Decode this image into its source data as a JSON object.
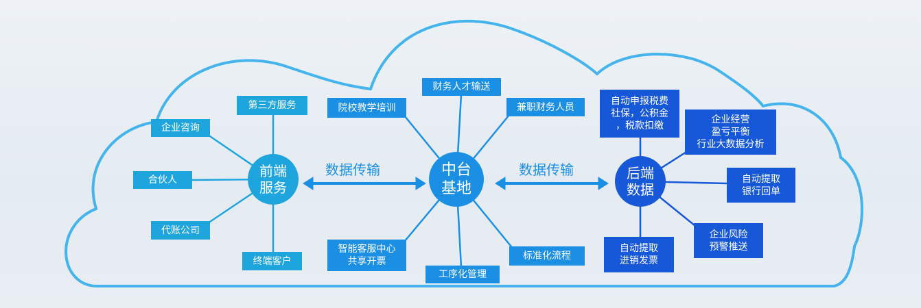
{
  "colors": {
    "front": "#1fa5dd",
    "middle": "#1a8fe3",
    "back": "#1658d8",
    "cloud": "#45b4ec"
  },
  "front": {
    "hub": [
      "前端",
      "服务"
    ],
    "nodes": [
      "第三方服务",
      "企业咨询",
      "合伙人",
      "代账公司",
      "终端客户"
    ]
  },
  "middle": {
    "hub": [
      "中台",
      "基地"
    ],
    "nodes": [
      "院校教学培训",
      "财务人才输送",
      "兼职财务人员",
      "智能客服中心",
      "共享开票",
      "工序化管理",
      "标准化流程"
    ]
  },
  "back": {
    "hub": [
      "后端",
      "数据"
    ],
    "nodes": [
      [
        "自动申报税费",
        "社保，公积金",
        "，税款扣缴"
      ],
      [
        "企业经营",
        "盈亏平衡",
        "行业大数据分析"
      ],
      [
        "自动提取",
        "银行回单"
      ],
      [
        "企业风险",
        "预警推送"
      ],
      [
        "自动提取",
        "进销发票"
      ]
    ]
  },
  "arrows": {
    "left": "数据传输",
    "right": "数据传输"
  }
}
